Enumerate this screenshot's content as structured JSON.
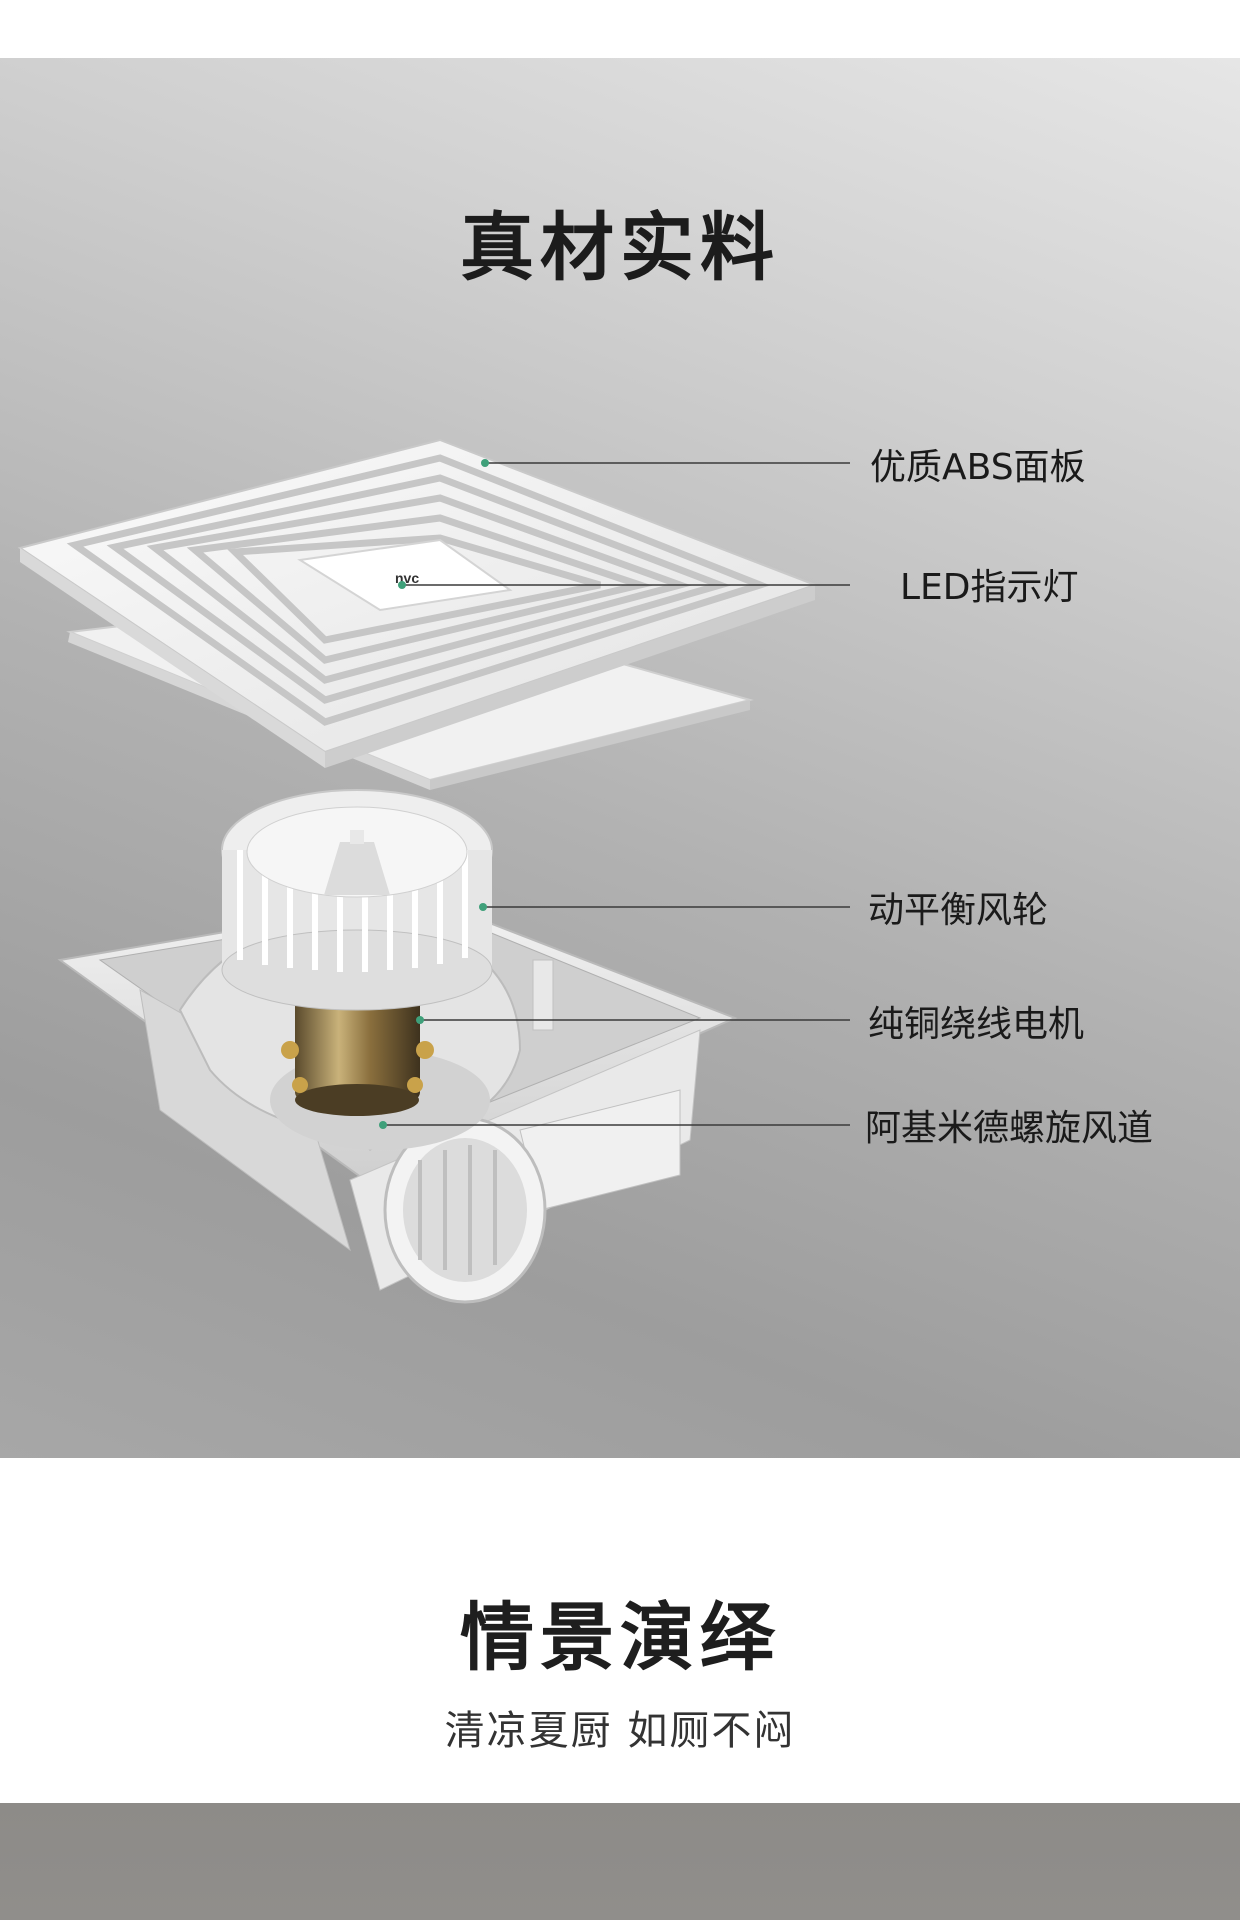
{
  "materials": {
    "title": "真材实料",
    "logo_text": "nvc",
    "callouts": [
      {
        "label": "优质ABS面板"
      },
      {
        "label": "LED指示灯"
      },
      {
        "label": "动平衡风轮"
      },
      {
        "label": "纯铜绕线电机"
      },
      {
        "label": "阿基米德螺旋风道"
      }
    ],
    "colors": {
      "leader_line": "#3a3a3a",
      "dot": "#3fa07a",
      "title": "#1c1c1c"
    }
  },
  "scene": {
    "title": "情景演绎",
    "subtitle": "清凉夏厨 如厕不闷"
  }
}
